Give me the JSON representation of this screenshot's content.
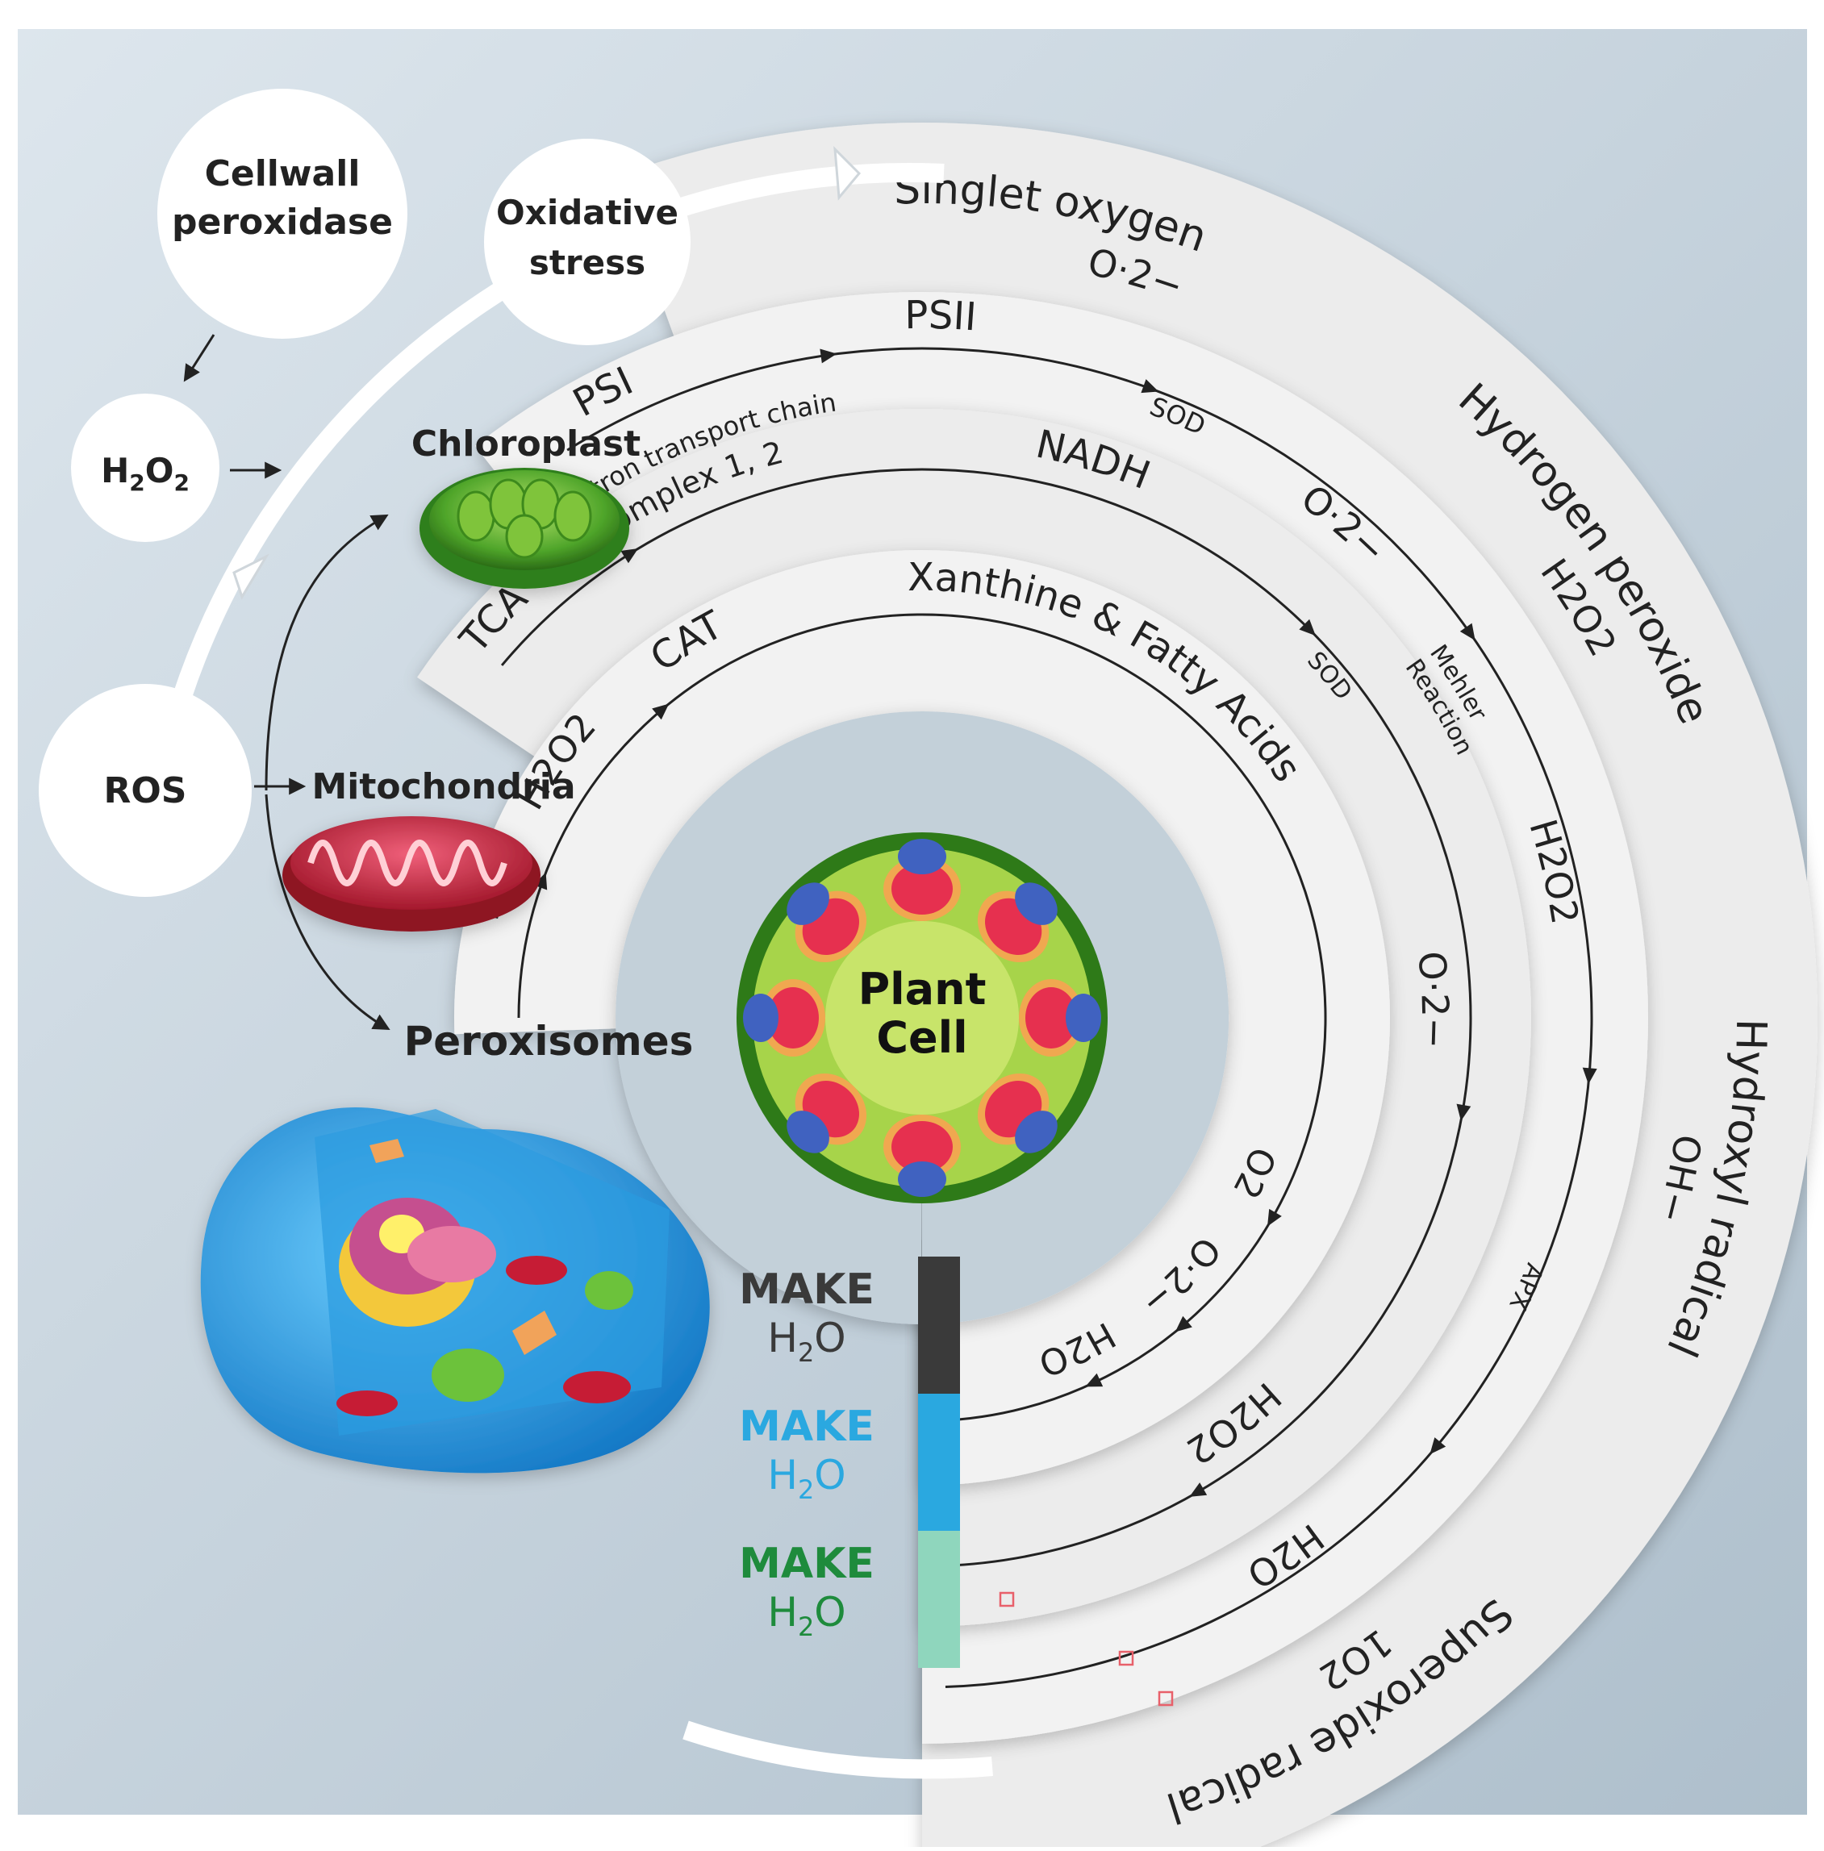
{
  "circles": {
    "cellwall": [
      "Cellwall",
      "peroxidase"
    ],
    "oxidative": [
      "Oxidative",
      "stress"
    ],
    "ros": "ROS",
    "h2o2": {
      "base": "H",
      "sub1": "2",
      "mid": "O",
      "sub2": "2"
    }
  },
  "organelles": {
    "chloroplast": "Chloroplast",
    "mitochondria": "Mitochondria",
    "peroxisomes": "Peroxisomes"
  },
  "center": [
    "Plant",
    "Cell"
  ],
  "outer_ring": {
    "singlet_oxygen": "Singlet oxygen",
    "hydrogen_peroxide": "Hydrogen peroxide",
    "hydroxyl_radical": "Hydroxyl radical",
    "superoxide_radical": "Superoxide radical"
  },
  "ring2": {
    "psi": "PSI",
    "psii": "PSII",
    "sod": "SOD",
    "mehler": [
      "Mehler",
      "Reaction"
    ],
    "apx": "APX"
  },
  "ring3": {
    "tca": "TCA",
    "etc": "Electron transport chain",
    "complex": "Complex 1, 2",
    "nadh": "NADH",
    "sod": "SOD"
  },
  "ring4": {
    "cat": "CAT",
    "xanthine": "Xanthine & Fatty Acids"
  },
  "formulas": {
    "h2o": {
      "base": "H",
      "sub": "2",
      "tail": "O"
    },
    "h2o2": {
      "base": "H",
      "sub1": "2",
      "mid": "O",
      "sub2": "2"
    },
    "o2": {
      "base": "O",
      "sub": "2"
    },
    "o2_radical": {
      "base": "O",
      "dot": "·",
      "sub": "2",
      "charge": "−"
    },
    "oh_radical": {
      "base": "OH",
      "charge": "−"
    },
    "singlet": {
      "sup": "1",
      "base": "O",
      "sub": "2"
    }
  },
  "legend": [
    {
      "label": "MAKE",
      "color": "#3a3a3a",
      "bar": "#3a3a3a"
    },
    {
      "label": "MAKE",
      "color": "#2aa8e0",
      "bar": "#2aa8e0"
    },
    {
      "label": "MAKE",
      "color": "#1e8b3c",
      "bar": "#8fd6bd"
    }
  ]
}
